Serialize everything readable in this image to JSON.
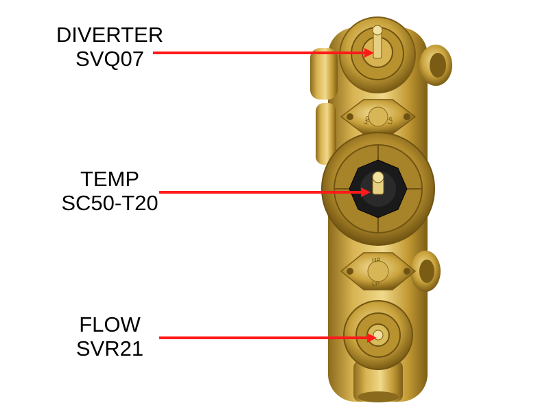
{
  "labels": {
    "diverter": {
      "name": "DIVERTER",
      "part": "SVQ07"
    },
    "temp": {
      "name": "TEMP",
      "part": "SC50-T20"
    },
    "flow": {
      "name": "FLOW",
      "part": "SVR21"
    }
  },
  "plate_marks": {
    "upper": {
      "a": "HP",
      "b": "LP"
    },
    "lower": {
      "a": "HP",
      "b": "LP"
    }
  },
  "colors": {
    "arrow": "#ff1a1a",
    "brass": "#c9a23c",
    "brass_dark": "#8a6a1c",
    "brass_light": "#e8cf7a",
    "cartridge": "#1a1a1a"
  }
}
